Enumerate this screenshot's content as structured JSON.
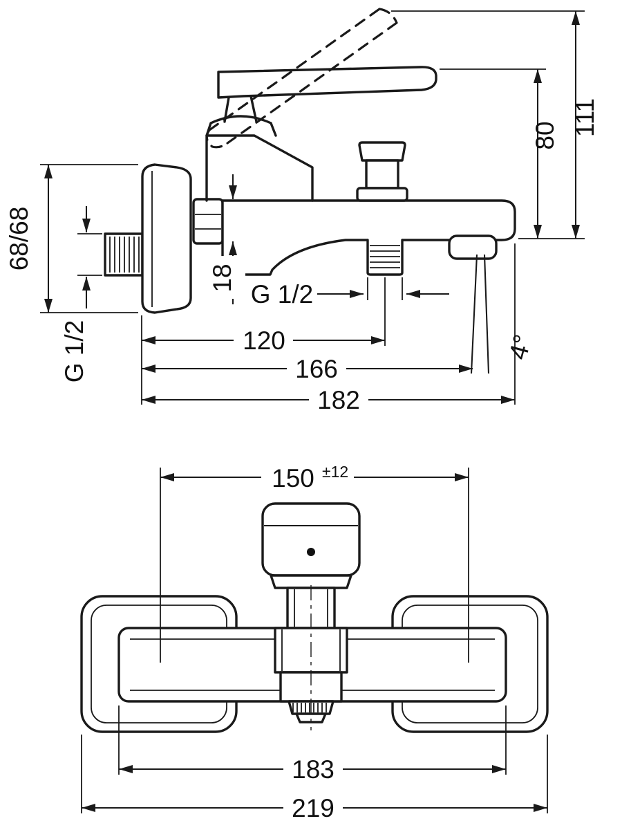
{
  "style": {
    "ink": "#1a1a1a",
    "background": "#ffffff"
  },
  "drawing": {
    "side_view": {
      "height_total": "111",
      "height_handle": "80",
      "escutcheon": "68/68",
      "wall_thread_label": "G 1/2",
      "body_height": "18",
      "outlet_thread_label": "G 1/2",
      "depth_outlet_center": "120",
      "depth_spout_tip": "166",
      "depth_total": "182",
      "spout_angle": "4°"
    },
    "front_view": {
      "connection_distance": "150",
      "connection_tolerance": "±12",
      "width_body": "183",
      "width_total": "219"
    }
  }
}
